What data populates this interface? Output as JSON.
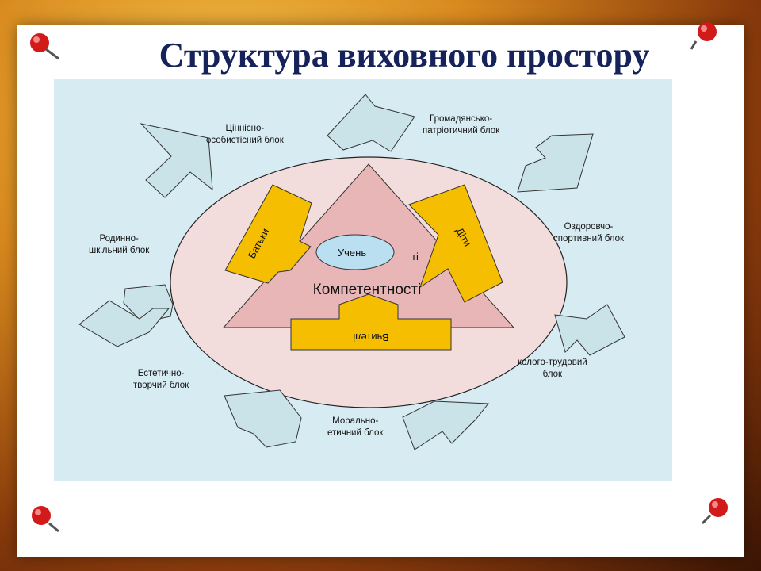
{
  "title": "Структура виховного простору",
  "center": {
    "student": "Учень",
    "competence": "Компетентності",
    "parents": "Батьки",
    "children": "Діти",
    "teachers": "Вчителі",
    "partial_text": "ті"
  },
  "blocks": [
    {
      "key": "value",
      "label": "Ціннісно-\nособистісний блок"
    },
    {
      "key": "civic",
      "label": "Громадянсько-\nпатріотичний блок"
    },
    {
      "key": "health",
      "label": "Оздоровчо-\nспортивний блок"
    },
    {
      "key": "eco",
      "label": "колого-трудовий\nблок"
    },
    {
      "key": "moral",
      "label": "Морально-\nетичний блок"
    },
    {
      "key": "aesthetic",
      "label": "Естетично-\nтворчий блок"
    },
    {
      "key": "family",
      "label": "Родинно-\nшкільний блок"
    }
  ],
  "colors": {
    "title": "#16235a",
    "diagram_bg": "#d7ebf3",
    "ellipse": "#f2dcdc",
    "triangle": "#e8b6b6",
    "arrows_yellow": "#f5be00",
    "arrows_blue": "#c9e3e8",
    "student_oval": "#b9dff0"
  },
  "icons": [
    "pushpin-icon"
  ]
}
